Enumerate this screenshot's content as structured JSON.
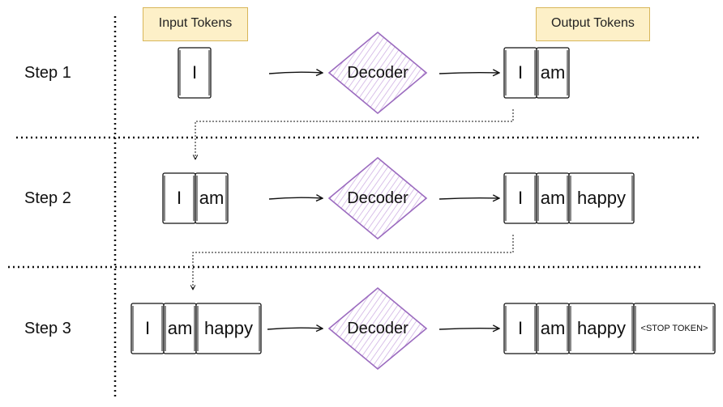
{
  "headers": {
    "input": "Input Tokens",
    "output": "Output Tokens"
  },
  "decoder_label": "Decoder",
  "steps": [
    {
      "label": "Step 1",
      "input_tokens": [
        "I"
      ],
      "output_tokens": [
        "I",
        "am"
      ]
    },
    {
      "label": "Step 2",
      "input_tokens": [
        "I",
        "am"
      ],
      "output_tokens": [
        "I",
        "am",
        "happy"
      ]
    },
    {
      "label": "Step 3",
      "input_tokens": [
        "I",
        "am",
        "happy"
      ],
      "output_tokens": [
        "I",
        "am",
        "happy",
        "<STOP TOKEN>"
      ]
    }
  ],
  "colors": {
    "decoder_stroke": "#9b6bbf",
    "decoder_hatch": "#c9a6e0",
    "header_fill": "#fdf0c8",
    "header_stroke": "#d8b65a",
    "line": "#111111"
  }
}
